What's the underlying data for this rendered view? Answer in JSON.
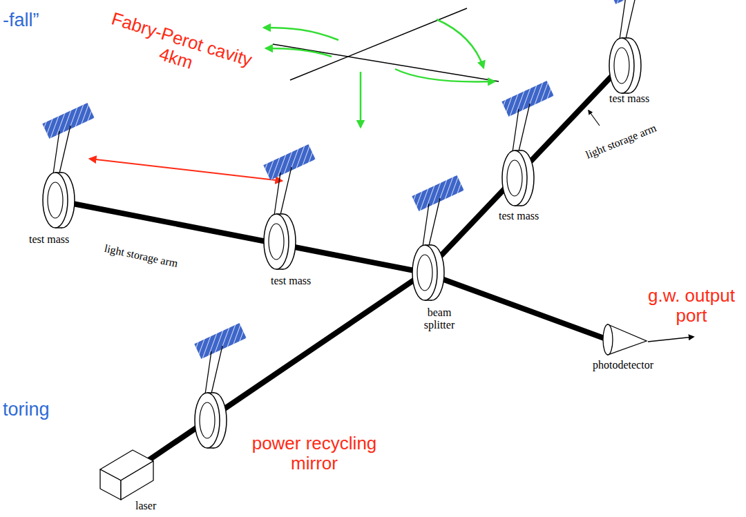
{
  "diagram": {
    "labels": [
      "-fall”",
      "Fabry-Perot cavity 4km",
      "toring",
      "test mass",
      "light storage arm",
      "test mass",
      "beam splitter",
      "test mass",
      "light storage arm",
      "test mass",
      "g.w. output port",
      "photodetector",
      "power recycling mirror",
      "laser"
    ]
  }
}
